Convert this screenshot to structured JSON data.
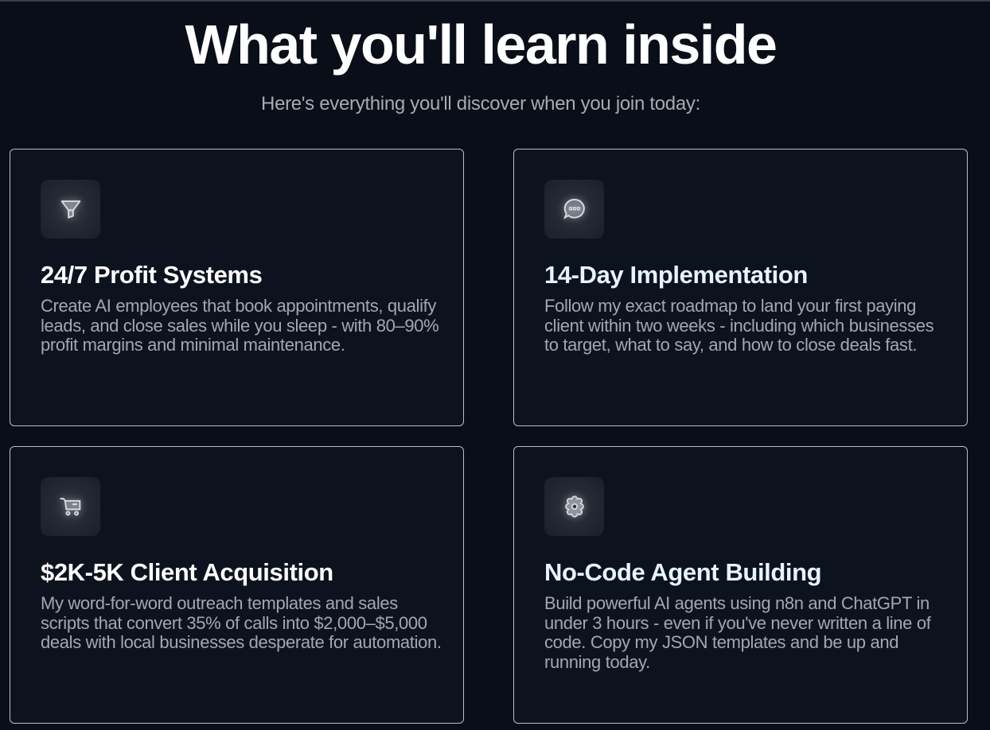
{
  "header": {
    "title": "What you'll learn inside",
    "subtitle": "Here's everything you'll discover when you join today:"
  },
  "colors": {
    "background": "#090e18",
    "card_background": "#0d131e",
    "card_border": "#b9bcc2",
    "title_text": "#ffffff",
    "body_text": "#a3a7ae",
    "accent_title_tint": "#e6f4fb"
  },
  "cards": [
    {
      "icon": "funnel-icon",
      "title": "24/7 Profit Systems",
      "description": "Create AI employees that book appointments, qualify leads, and close sales while you sleep - with 80–90% profit margins and minimal maintenance."
    },
    {
      "icon": "chat-bubble-icon",
      "title": "14-Day Implementation",
      "description": "Follow my exact roadmap to land your first paying client within two weeks - including which businesses to target, what to say, and how to close deals fast."
    },
    {
      "icon": "shopping-cart-icon",
      "title": "$2K-5K Client Acquisition",
      "description": "My word-for-word outreach templates and sales scripts that convert 35% of calls into $2,000–$5,000 deals with local businesses desperate for automation."
    },
    {
      "icon": "gear-icon",
      "title": "No-Code Agent Building",
      "description": "Build powerful AI agents using n8n and ChatGPT in under 3 hours - even if you've never written a line of code. Copy my JSON templates and be up and running today."
    }
  ]
}
